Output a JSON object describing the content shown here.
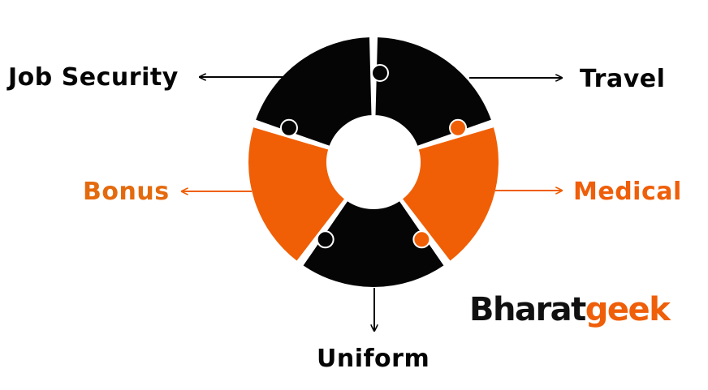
{
  "labels": {
    "job_security": "Job Security",
    "travel": "Travel",
    "bonus": "Bonus",
    "medical": "Medical",
    "uniform": "Uniform"
  },
  "logo": {
    "part1": "Bharat",
    "part2": "geek"
  },
  "colors": {
    "dark": "#050505",
    "accent": "#f05f05",
    "bonus_text": "#e46a0e",
    "logo_accent": "#ef5e09"
  }
}
